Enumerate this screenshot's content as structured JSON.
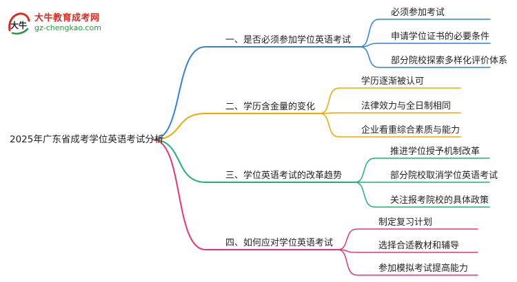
{
  "logo": {
    "site_name": "大牛教育成考网",
    "url": "gz-chengkao.com",
    "mark_text": "大牛"
  },
  "root": {
    "label": "2025年广东省成考学位英语考试分析"
  },
  "branches": [
    {
      "label": "一、是否必须参加学位英语考试",
      "color": "#2e7fe6",
      "children": [
        "必须参加考试",
        "申请学位证书的必要条件",
        "部分院校探索多样化评价体系"
      ]
    },
    {
      "label": "二、学历含金量的变化",
      "color": "#f0a800",
      "children": [
        "学历逐渐被认可",
        "法律效力与全日制相同",
        "企业看重综合素质与能力"
      ]
    },
    {
      "label": "三、学位英语考试的改革趋势",
      "color": "#1db270",
      "children": [
        "推进学位授予机制改革",
        "部分院校取消学位英语考试",
        "关注报考院校的具体政策"
      ]
    },
    {
      "label": "四、如何应对学位英语考试",
      "color": "#e8317a",
      "children": [
        "制定复习计划",
        "选择合适教材和辅导",
        "参加模拟考试提高能力"
      ]
    }
  ]
}
